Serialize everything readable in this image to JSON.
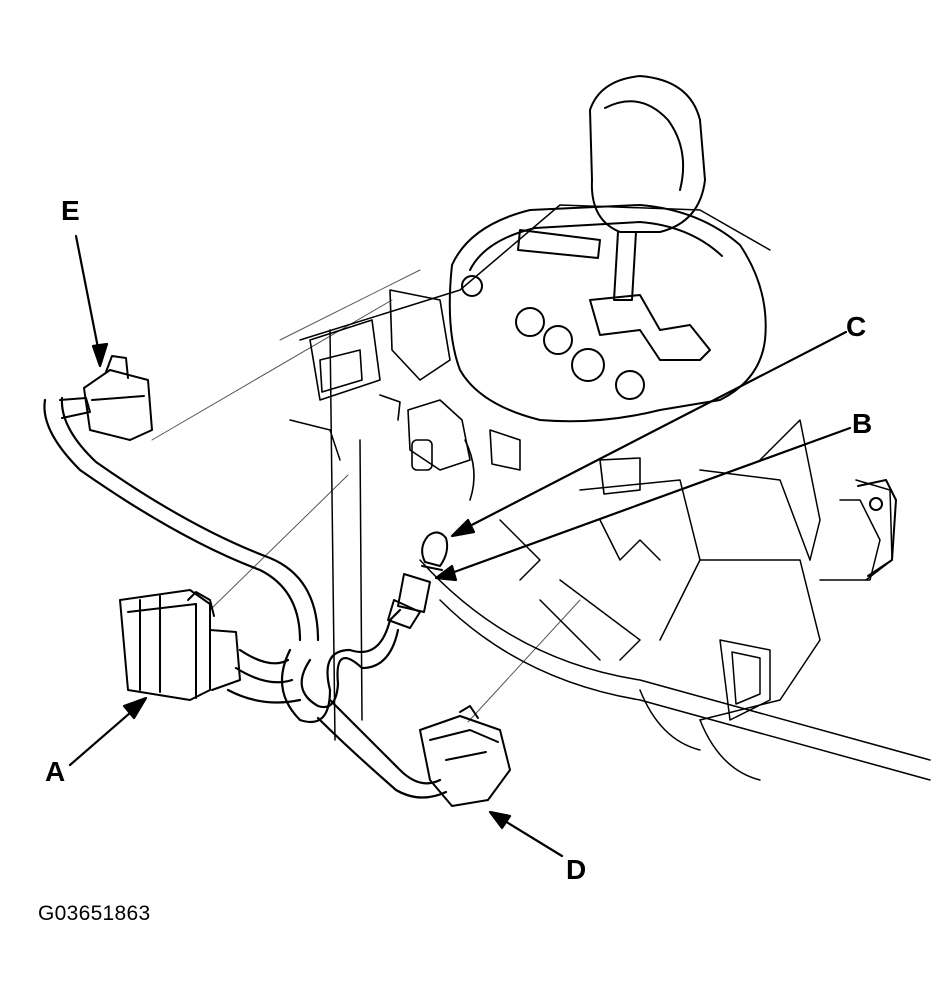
{
  "callouts": {
    "a": "A",
    "b": "B",
    "c": "C",
    "d": "D",
    "e": "E"
  },
  "figure_id": "G03651863",
  "colors": {
    "ink": "#000000",
    "leader": "#555555",
    "paper": "#ffffff"
  }
}
